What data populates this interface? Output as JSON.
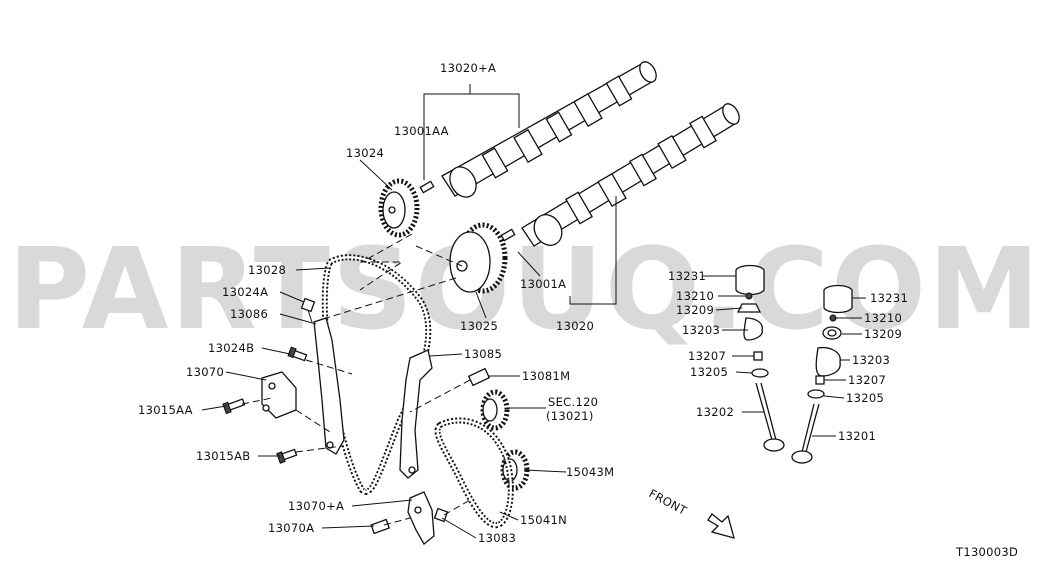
{
  "watermark": "PARTSOUQ.COM",
  "diagram_code": "T130003D",
  "direction_label": "FRONT",
  "labels": {
    "l13020a": "13020+A",
    "l13001aa": "13001AA",
    "l13024": "13024",
    "l13028": "13028",
    "l13024a": "13024A",
    "l13086": "13086",
    "l13024b": "13024B",
    "l13070": "13070",
    "l13015aa": "13015AA",
    "l13015ab": "13015AB",
    "l13070a_plus": "13070+A",
    "l13070a": "13070A",
    "l13083": "13083",
    "l15041n": "15041N",
    "l15043m": "15043M",
    "l13085": "13085",
    "l13081m": "13081M",
    "sec120": "SEC.120",
    "sec120sub": "(13021)",
    "l13025": "13025",
    "l13001a": "13001A",
    "l13020": "13020",
    "l13231_left": "13231",
    "l13210_left": "13210",
    "l13209_left": "13209",
    "l13203_left": "13203",
    "l13207_left": "13207",
    "l13205_left": "13205",
    "l13202": "13202",
    "l13231_right": "13231",
    "l13210_right": "13210",
    "l13209_right": "13209",
    "l13203_right": "13203",
    "l13207_right": "13207",
    "l13205_right": "13205",
    "l13201": "13201"
  }
}
